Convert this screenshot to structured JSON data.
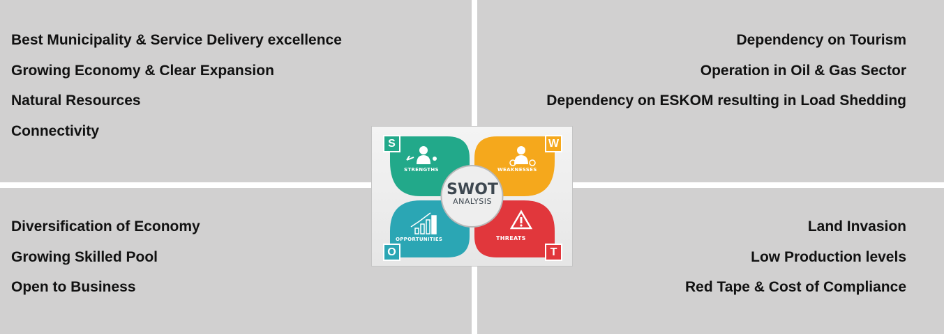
{
  "strengths": [
    "Best Municipality & Service Delivery excellence",
    "Growing Economy & Clear Expansion",
    "Natural Resources",
    "Connectivity"
  ],
  "weaknesses": [
    "Dependency on Tourism",
    "Operation in Oil & Gas Sector",
    "Dependency on ESKOM resulting in Load Shedding"
  ],
  "opportunities": [
    "Diversification of Economy",
    "Growing Skilled Pool",
    "Open to Business"
  ],
  "threats": [
    "Land Invasion",
    "Low Production levels",
    "Red Tape & Cost of Compliance"
  ],
  "graphic": {
    "title": "SWOT",
    "subtitle": "ANALYSIS",
    "letters": {
      "s": "S",
      "w": "W",
      "o": "O",
      "t": "T"
    },
    "labels": {
      "strengths": "STRENGTHS",
      "weaknesses": "WEAKNESSES",
      "opportunities": "OPPORTUNITIES",
      "threats": "THREATS"
    },
    "colors": {
      "strengths": "#22a98a",
      "weaknesses": "#f5a81c",
      "opportunities": "#2ba6b4",
      "threats": "#e1373c",
      "panel": "#d1d0d0"
    }
  }
}
